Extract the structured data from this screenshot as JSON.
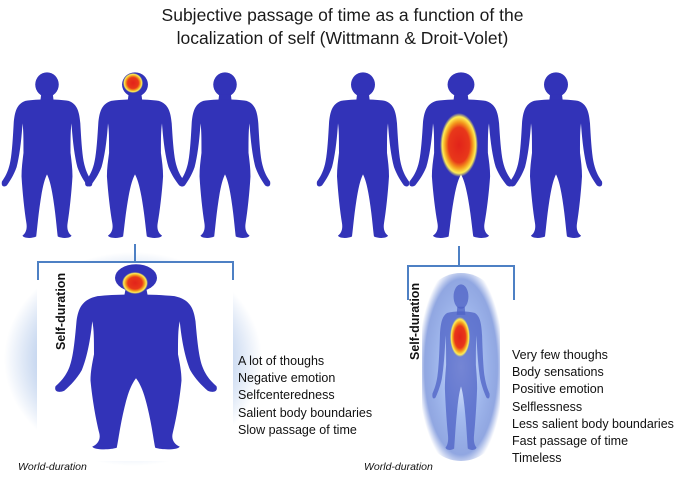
{
  "title": {
    "line1": "Subjective passage of time as a function of the",
    "line2": "localization of self (Wittmann & Droit-Volet)"
  },
  "left_panel": {
    "vertical_label": "Self-duration",
    "bottom_label": "World-duration",
    "items": [
      "A lot of thoughs",
      "Negative emotion",
      "Selfcenteredness",
      "Salient body boundaries",
      "Slow passage of time"
    ]
  },
  "right_panel": {
    "vertical_label": "Self-duration",
    "bottom_label": "World-duration",
    "items": [
      "Very few thoughs",
      "Body sensations",
      "Positive emotion",
      "Selflessness",
      "Less salient body boundaries",
      "Fast passage of time",
      "Timeless"
    ]
  },
  "colors": {
    "body": "#3233b8",
    "glow_left": "#a9c2e8",
    "glow_right": "#90a8e2",
    "bracket": "#4e80c4",
    "hot_red": "#e2231a",
    "hot_orange": "#f39a1d",
    "hot_yellow": "#ffee55"
  }
}
